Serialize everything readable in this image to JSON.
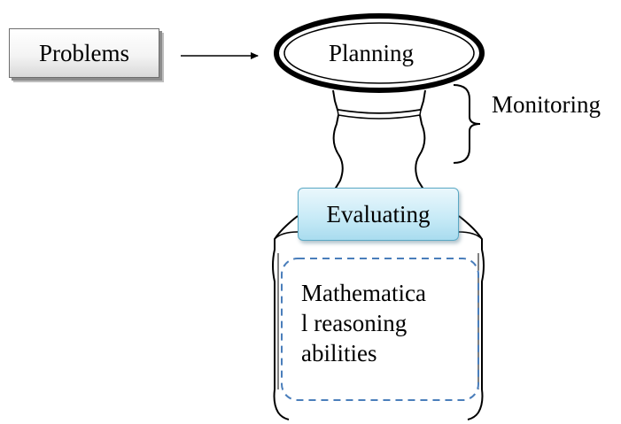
{
  "diagram": {
    "problems": "Problems",
    "planning": "Planning",
    "monitoring": "Monitoring",
    "evaluating": "Evaluating",
    "reasoning_lines": [
      "Mathematica",
      "l reasoning",
      "abilities"
    ]
  }
}
